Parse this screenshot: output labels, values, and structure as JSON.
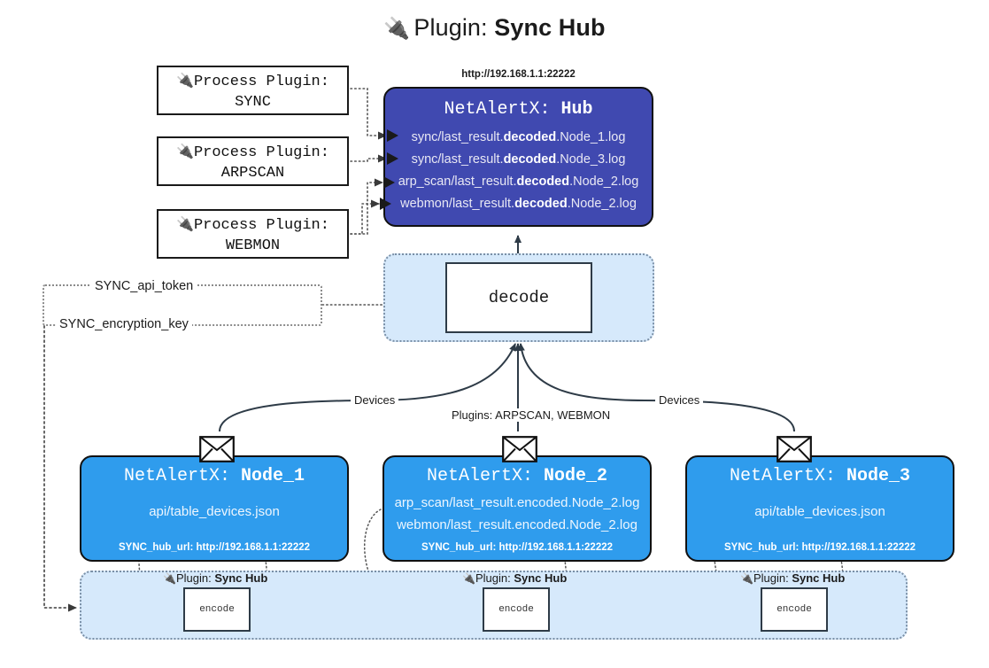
{
  "title": {
    "icon": "plug-icon",
    "prefix": "Plugin: ",
    "name": "Sync Hub"
  },
  "process_plugins": [
    {
      "icon": "plug-icon",
      "line1": "Process Plugin:",
      "line2": "SYNC"
    },
    {
      "icon": "plug-icon",
      "line1": "Process Plugin:",
      "line2": "ARPSCAN"
    },
    {
      "icon": "plug-icon",
      "line1": "Process Plugin:",
      "line2": "WEBMON"
    }
  ],
  "hub": {
    "url": "http://192.168.1.1:22222",
    "title_prefix": "NetAlertX: ",
    "title_name": "Hub",
    "logs": [
      {
        "pre": "sync/last_result.",
        "mid": "decoded",
        "post": ".Node_1.log"
      },
      {
        "pre": "sync/last_result.",
        "mid": "decoded",
        "post": ".Node_3.log"
      },
      {
        "pre": "arp_scan/last_result.",
        "mid": "decoded",
        "post": ".Node_2.log"
      },
      {
        "pre": "webmon/last_result.",
        "mid": "decoded",
        "post": ".Node_2.log"
      }
    ]
  },
  "decode": {
    "label": "decode"
  },
  "secrets": {
    "api_token": "SYNC_api_token",
    "encryption_key": "SYNC_encryption_key"
  },
  "edge_labels": {
    "devices_left": "Devices",
    "devices_right": "Devices",
    "plugins": "Plugins: ARPSCAN, WEBMON"
  },
  "nodes": [
    {
      "title_prefix": "NetAlertX: ",
      "title_name": "Node_1",
      "lines": [
        "api/table_devices.json"
      ],
      "footer": "SYNC_hub_url: http://192.168.1.1:22222",
      "envelope_icon": "envelope-icon"
    },
    {
      "title_prefix": "NetAlertX: ",
      "title_name": "Node_2",
      "lines": [
        "arp_scan/last_result.encoded.Node_2.log",
        "webmon/last_result.encoded.Node_2.log"
      ],
      "footer": "SYNC_hub_url: http://192.168.1.1:22222",
      "envelope_icon": "envelope-icon"
    },
    {
      "title_prefix": "NetAlertX: ",
      "title_name": "Node_3",
      "lines": [
        "api/table_devices.json"
      ],
      "footer": "SYNC_hub_url: http://192.168.1.1:22222",
      "envelope_icon": "envelope-icon"
    }
  ],
  "encoders": [
    {
      "caption_icon": "plug-icon",
      "caption_prefix": "Plugin: ",
      "caption_name": "Sync Hub",
      "label": "encode"
    },
    {
      "caption_icon": "plug-icon",
      "caption_prefix": "Plugin: ",
      "caption_name": "Sync Hub",
      "label": "encode"
    },
    {
      "caption_icon": "plug-icon",
      "caption_prefix": "Plugin: ",
      "caption_name": "Sync Hub",
      "label": "encode"
    }
  ],
  "colors": {
    "hub_fill": "#4049b0",
    "node_fill": "#2f9ced",
    "band_fill": "#d6e9fb",
    "band_border": "#7a8fa6",
    "stroke": "#111111"
  }
}
